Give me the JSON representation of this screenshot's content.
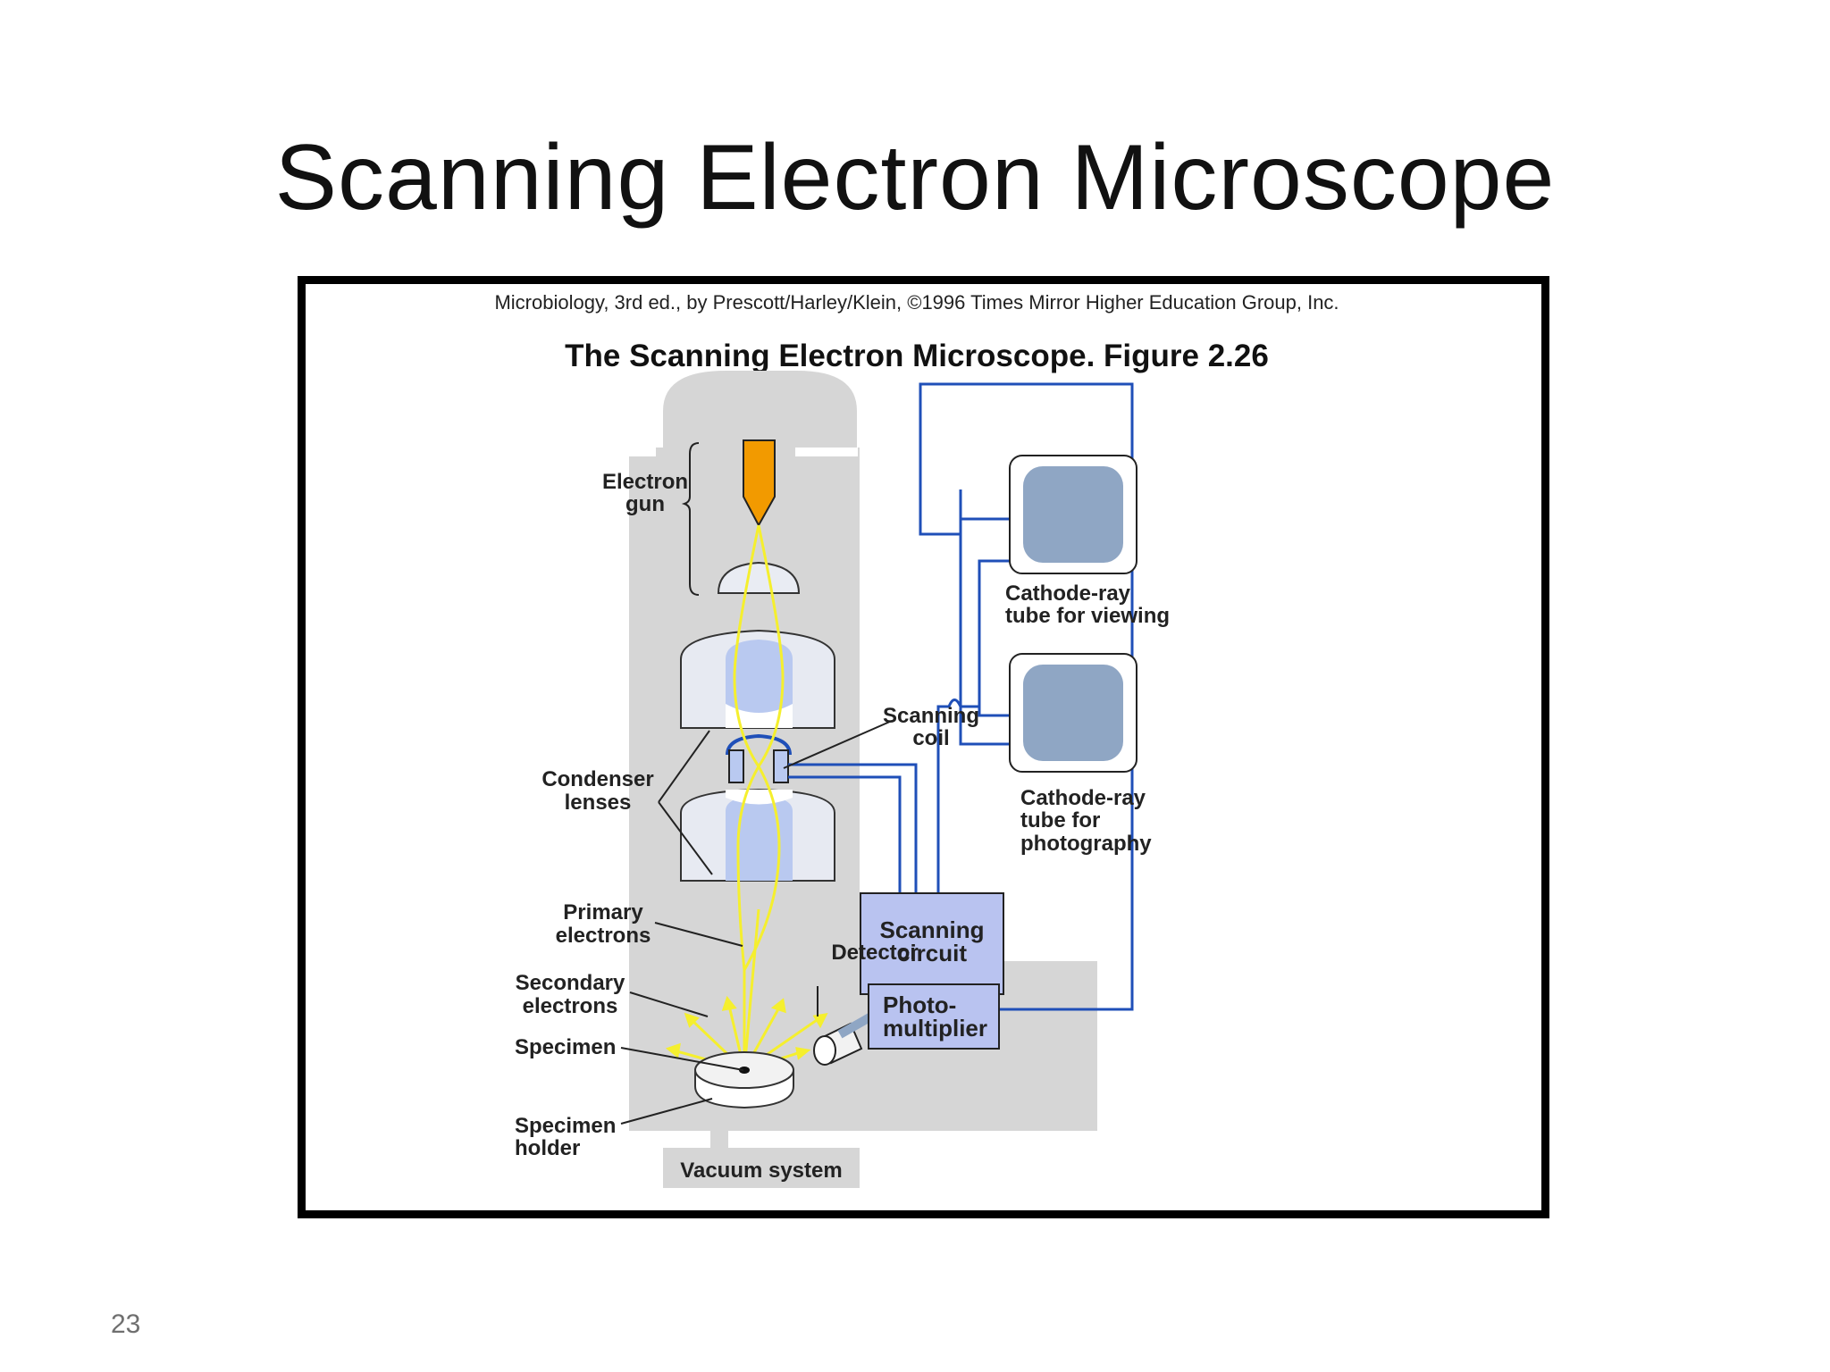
{
  "slide": {
    "title": "Scanning Electron Microscope",
    "page_number": "23"
  },
  "figure": {
    "credit": "Microbiology, 3rd ed., by Prescott/Harley/Klein, ©1996 Times Mirror Higher Education Group, Inc.",
    "caption": "The Scanning Electron Microscope.  Figure 2.26",
    "labels": {
      "electron_gun": [
        "Electron",
        "gun"
      ],
      "condenser_lenses": [
        "Condenser",
        "lenses"
      ],
      "scanning_coil": [
        "Scanning",
        "coil"
      ],
      "primary_electrons": [
        "Primary",
        "electrons"
      ],
      "secondary_electrons": [
        "Secondary",
        "electrons"
      ],
      "specimen": "Specimen",
      "specimen_holder": [
        "Specimen",
        "holder"
      ],
      "detector": "Detector",
      "vacuum_system": "Vacuum system",
      "scanning_circuit": [
        "Scanning",
        "circuit"
      ],
      "photomultiplier": [
        "Photo-",
        "multiplier"
      ],
      "crt_viewing": [
        "Cathode-ray",
        "tube for viewing"
      ],
      "crt_photography": [
        "Cathode-ray",
        "tube for",
        "photography"
      ]
    },
    "colors": {
      "column": "#d6d6d6",
      "wire": "#1f4fb8",
      "beam": "#f5ef2e",
      "gun_tip": "#f29a00",
      "box_fill": "#b9c3f0",
      "screen": "#8fa6c4"
    }
  }
}
